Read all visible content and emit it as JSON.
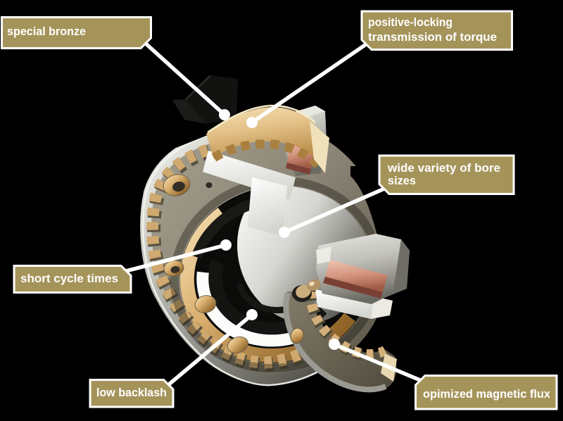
{
  "callouts": [
    {
      "id": "special-bronze",
      "lines": [
        "special bronze"
      ]
    },
    {
      "id": "positive-locking-transmission",
      "lines": [
        "positive-locking",
        "transmission of torque"
      ]
    },
    {
      "id": "wide-bore-sizes",
      "lines": [
        "wide variety of bore",
        "sizes"
      ]
    },
    {
      "id": "short-cycle-times",
      "lines": [
        "short cycle times"
      ]
    },
    {
      "id": "low-backlash",
      "lines": [
        "low backlash"
      ]
    },
    {
      "id": "optimized-magnetic-flux",
      "lines": [
        "opimized magnetic flux"
      ]
    }
  ],
  "colors": {
    "background": "#000000",
    "label_fill": "#a5945a",
    "label_border": "#ffffff",
    "label_text": "#ffffff",
    "leader_line": "#ffffff",
    "bronze": "#cfa96f",
    "bronze_light": "#f6e2b8",
    "steel_light": "#e8e8e4",
    "steel_dark": "#57554e",
    "disc_face": "#8b8576",
    "coil": "#d2937d",
    "bore_highlight": "#fafaf7"
  }
}
